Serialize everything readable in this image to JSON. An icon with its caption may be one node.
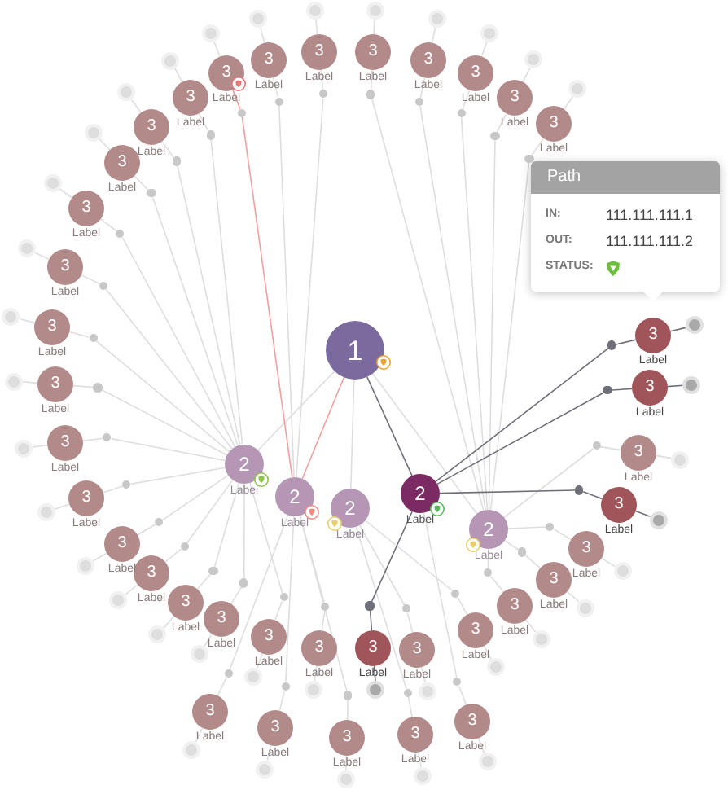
{
  "diagram": {
    "nodes": [
      {
        "text": [
          "1"
        ]
      },
      {
        "text": [
          "2"
        ],
        "beside": [
          "Label"
        ]
      },
      {
        "text": [
          "2"
        ],
        "beside": [
          "Label"
        ]
      },
      {
        "text": [
          "2"
        ],
        "beside": [
          "Label"
        ]
      },
      {
        "text": [
          "2"
        ],
        "beside": [
          "Label"
        ]
      },
      {
        "text": [
          "2"
        ],
        "beside": [
          "Label"
        ]
      },
      {
        "text": [
          "Path",
          "IN:",
          "111.111.111.1",
          "OUT:",
          "111.111.111.2",
          "STATUS:"
        ]
      },
      {
        "text": [
          "3"
        ],
        "beside": [
          "Label"
        ]
      },
      {
        "text": [],
        "shape": "circle"
      },
      {
        "text": [],
        "shape": "circle"
      },
      {
        "text": [
          "3"
        ],
        "beside": [
          "Label"
        ]
      },
      {
        "text": [],
        "shape": "circle"
      },
      {
        "text": [],
        "shape": "circle"
      },
      {
        "text": [
          "3"
        ],
        "beside": [
          "Label"
        ]
      },
      {
        "text": [],
        "shape": "circle"
      },
      {
        "text": [],
        "shape": "circle"
      },
      {
        "text": [
          "3"
        ],
        "beside": [
          "Label"
        ]
      },
      {
        "text": [],
        "shape": "circle"
      },
      {
        "text": [],
        "shape": "circle"
      },
      {
        "text": [
          "3"
        ],
        "beside": [
          "Label"
        ]
      },
      {
        "text": [],
        "shape": "circle"
      },
      {
        "text": [],
        "shape": "circle"
      },
      {
        "text": [
          "3"
        ],
        "beside": [
          "Label"
        ]
      },
      {
        "text": [],
        "shape": "circle"
      },
      {
        "text": [],
        "shape": "circle"
      },
      {
        "text": [
          "3"
        ],
        "beside": [
          "Label"
        ]
      },
      {
        "text": [],
        "shape": "circle"
      },
      {
        "text": [],
        "shape": "circle"
      },
      {
        "text": [
          "3"
        ],
        "beside": [
          "Label"
        ]
      },
      {
        "text": [],
        "shape": "circle"
      },
      {
        "text": [],
        "shape": "circle"
      },
      {
        "text": [
          "3"
        ],
        "beside": [
          "Label"
        ]
      },
      {
        "text": [],
        "shape": "circle"
      },
      {
        "text": [],
        "shape": "circle"
      },
      {
        "text": [
          "3"
        ],
        "beside": [
          "Label"
        ]
      },
      {
        "text": [],
        "shape": "circle"
      },
      {
        "text": [],
        "shape": "circle"
      },
      {
        "text": [
          "3"
        ],
        "beside": [
          "Label"
        ]
      },
      {
        "text": [],
        "shape": "circle"
      },
      {
        "text": [],
        "shape": "circle"
      },
      {
        "text": [
          "3"
        ],
        "beside": [
          "Label"
        ]
      },
      {
        "text": [],
        "shape": "circle"
      },
      {
        "text": [],
        "shape": "circle"
      },
      {
        "text": [
          "3"
        ],
        "beside": [
          "Label"
        ]
      },
      {
        "text": [],
        "shape": "circle"
      },
      {
        "text": [],
        "shape": "circle"
      },
      {
        "text": [
          "3"
        ],
        "beside": [
          "Label"
        ]
      },
      {
        "text": [],
        "shape": "circle"
      },
      {
        "text": [],
        "shape": "circle"
      },
      {
        "text": [
          "3"
        ],
        "beside": [
          "Label"
        ]
      },
      {
        "text": [],
        "shape": "circle"
      },
      {
        "text": [],
        "shape": "circle"
      },
      {
        "text": [
          "3"
        ],
        "beside": [
          "Label"
        ]
      },
      {
        "text": [],
        "shape": "circle"
      },
      {
        "text": [],
        "shape": "circle"
      },
      {
        "text": [
          "3"
        ],
        "beside": [
          "Label"
        ]
      },
      {
        "text": [],
        "shape": "circle"
      },
      {
        "text": [],
        "shape": "circle"
      },
      {
        "text": [
          "3"
        ],
        "beside": [
          "Label"
        ]
      },
      {
        "text": [],
        "shape": "circle"
      },
      {
        "text": [],
        "shape": "circle"
      },
      {
        "text": [
          "3"
        ],
        "beside": [
          "Label"
        ]
      },
      {
        "text": [],
        "shape": "circle"
      },
      {
        "text": [],
        "shape": "circle"
      },
      {
        "text": [
          "3"
        ],
        "beside": [
          "Label"
        ]
      },
      {
        "text": [],
        "shape": "circle"
      },
      {
        "text": [],
        "shape": "circle"
      },
      {
        "text": [
          "3"
        ],
        "beside": [
          "Label"
        ]
      },
      {
        "text": [],
        "shape": "circle"
      },
      {
        "text": [],
        "shape": "circle"
      },
      {
        "text": [
          "3"
        ],
        "beside": [
          "Label"
        ]
      },
      {
        "text": [],
        "shape": "circle"
      },
      {
        "text": [],
        "shape": "circle"
      },
      {
        "text": [
          "3"
        ],
        "beside": [
          "Label"
        ]
      },
      {
        "text": [],
        "shape": "circle"
      },
      {
        "text": [],
        "shape": "circle"
      },
      {
        "text": [
          "3"
        ],
        "beside": [
          "Label"
        ]
      },
      {
        "text": [],
        "shape": "circle"
      },
      {
        "text": [],
        "shape": "circle"
      },
      {
        "text": [
          "3"
        ],
        "beside": [
          "Label"
        ]
      },
      {
        "text": [],
        "shape": "circle"
      },
      {
        "text": [],
        "shape": "circle"
      },
      {
        "text": [
          "3"
        ],
        "beside": [
          "Label"
        ]
      },
      {
        "text": [],
        "shape": "circle"
      },
      {
        "text": [],
        "shape": "circle"
      },
      {
        "text": [
          "3"
        ],
        "beside": [
          "Label"
        ]
      },
      {
        "text": [],
        "shape": "circle"
      },
      {
        "text": [],
        "shape": "circle"
      },
      {
        "text": [
          "3"
        ],
        "beside": [
          "Label"
        ]
      },
      {
        "text": [],
        "shape": "circle"
      },
      {
        "text": [],
        "shape": "circle"
      },
      {
        "text": [
          "3"
        ],
        "beside": [
          "Label"
        ]
      },
      {
        "text": [],
        "shape": "circle"
      },
      {
        "text": [],
        "shape": "circle"
      },
      {
        "text": [
          "3"
        ],
        "beside": [
          "Label"
        ]
      },
      {
        "text": [],
        "shape": "circle"
      },
      {
        "text": [],
        "shape": "circle"
      },
      {
        "text": [
          "3"
        ],
        "beside": [
          "Label"
        ]
      },
      {
        "text": [],
        "shape": "circle"
      },
      {
        "text": [],
        "shape": "circle"
      },
      {
        "text": [
          "3"
        ],
        "beside": [
          "Label"
        ]
      },
      {
        "text": [],
        "shape": "circle"
      },
      {
        "text": [],
        "shape": "circle"
      },
      {
        "text": [
          "3"
        ],
        "beside": [
          "Label"
        ]
      },
      {
        "text": [],
        "shape": "circle"
      },
      {
        "text": [],
        "shape": "circle"
      },
      {
        "text": [
          "3"
        ],
        "beside": [
          "Label"
        ]
      },
      {
        "text": [],
        "shape": "circle"
      },
      {
        "text": [],
        "shape": "circle"
      },
      {
        "text": [
          "3"
        ],
        "beside": [
          "Label"
        ]
      },
      {
        "text": [],
        "shape": "circle"
      },
      {
        "text": [],
        "shape": "circle"
      },
      {
        "text": [
          "3"
        ],
        "beside": [
          "Label"
        ]
      },
      {
        "text": [],
        "shape": "circle"
      },
      {
        "text": [],
        "shape": "circle"
      },
      {
        "text": [
          "3"
        ],
        "beside": [
          "Label"
        ]
      },
      {
        "text": [],
        "shape": "circle"
      },
      {
        "text": [],
        "shape": "circle"
      },
      {
        "text": [
          "3"
        ],
        "beside": [
          "Label"
        ]
      },
      {
        "text": [],
        "shape": "circle"
      },
      {
        "text": [],
        "shape": "circle"
      }
    ],
    "edges": [
      {
        "from": 0,
        "to": 1,
        "arrow": "none"
      },
      {
        "from": 0,
        "to": 2,
        "arrow": "none",
        "color": "#f0a0a0"
      },
      {
        "from": 0,
        "to": 3,
        "arrow": "none"
      },
      {
        "from": 0,
        "to": 4,
        "arrow": "none",
        "color": "#6f6f7a"
      },
      {
        "from": 0,
        "to": 5,
        "arrow": "none"
      },
      {
        "from": 9,
        "to": 7,
        "arrow": "none"
      },
      {
        "from": 7,
        "to": 8,
        "arrow": "none",
        "color": "#f0a0a0"
      },
      {
        "from": 8,
        "to": 2,
        "arrow": "none",
        "color": "#f0a0a0"
      },
      {
        "from": 12,
        "to": 10,
        "arrow": "none"
      },
      {
        "from": 10,
        "to": 11,
        "arrow": "none"
      },
      {
        "from": 11,
        "to": 2,
        "arrow": "none"
      },
      {
        "from": 15,
        "to": 13,
        "arrow": "none"
      },
      {
        "from": 13,
        "to": 14,
        "arrow": "none"
      },
      {
        "from": 14,
        "to": 2,
        "arrow": "none"
      },
      {
        "from": 18,
        "to": 16,
        "arrow": "none"
      },
      {
        "from": 16,
        "to": 17,
        "arrow": "none"
      },
      {
        "from": 17,
        "to": 5,
        "arrow": "none"
      },
      {
        "from": 21,
        "to": 19,
        "arrow": "none"
      },
      {
        "from": 19,
        "to": 20,
        "arrow": "none"
      },
      {
        "from": 20,
        "to": 5,
        "arrow": "none"
      },
      {
        "from": 24,
        "to": 22,
        "arrow": "none"
      },
      {
        "from": 22,
        "to": 23,
        "arrow": "none"
      },
      {
        "from": 23,
        "to": 5,
        "arrow": "none"
      },
      {
        "from": 27,
        "to": 25,
        "arrow": "none"
      },
      {
        "from": 25,
        "to": 26,
        "arrow": "none"
      },
      {
        "from": 26,
        "to": 5,
        "arrow": "none"
      },
      {
        "from": 30,
        "to": 28,
        "arrow": "none"
      },
      {
        "from": 28,
        "to": 29,
        "arrow": "none"
      },
      {
        "from": 29,
        "to": 5,
        "arrow": "none"
      },
      {
        "from": 33,
        "to": 31,
        "arrow": "none",
        "color": "#6f6f7a"
      },
      {
        "from": 31,
        "to": 32,
        "arrow": "none",
        "color": "#6f6f7a"
      },
      {
        "from": 32,
        "to": 4,
        "arrow": "none",
        "color": "#6f6f7a"
      },
      {
        "from": 36,
        "to": 34,
        "arrow": "none",
        "color": "#6f6f7a"
      },
      {
        "from": 34,
        "to": 35,
        "arrow": "none",
        "color": "#6f6f7a"
      },
      {
        "from": 35,
        "to": 4,
        "arrow": "none",
        "color": "#6f6f7a"
      },
      {
        "from": 39,
        "to": 37,
        "arrow": "none"
      },
      {
        "from": 37,
        "to": 38,
        "arrow": "none"
      },
      {
        "from": 38,
        "to": 5,
        "arrow": "none"
      },
      {
        "from": 42,
        "to": 40,
        "arrow": "none",
        "color": "#6f6f7a"
      },
      {
        "from": 40,
        "to": 41,
        "arrow": "none",
        "color": "#6f6f7a"
      },
      {
        "from": 41,
        "to": 4,
        "arrow": "none",
        "color": "#6f6f7a"
      },
      {
        "from": 45,
        "to": 43,
        "arrow": "none"
      },
      {
        "from": 43,
        "to": 44,
        "arrow": "none"
      },
      {
        "from": 44,
        "to": 5,
        "arrow": "none"
      },
      {
        "from": 48,
        "to": 46,
        "arrow": "none"
      },
      {
        "from": 46,
        "to": 47,
        "arrow": "none"
      },
      {
        "from": 47,
        "to": 5,
        "arrow": "none"
      },
      {
        "from": 51,
        "to": 49,
        "arrow": "none"
      },
      {
        "from": 49,
        "to": 50,
        "arrow": "none"
      },
      {
        "from": 50,
        "to": 5,
        "arrow": "none"
      },
      {
        "from": 54,
        "to": 52,
        "arrow": "none"
      },
      {
        "from": 52,
        "to": 53,
        "arrow": "none"
      },
      {
        "from": 53,
        "to": 3,
        "arrow": "none"
      },
      {
        "from": 57,
        "to": 55,
        "arrow": "none"
      },
      {
        "from": 55,
        "to": 56,
        "arrow": "none"
      },
      {
        "from": 56,
        "to": 3,
        "arrow": "none"
      },
      {
        "from": 60,
        "to": 58,
        "arrow": "none"
      },
      {
        "from": 58,
        "to": 59,
        "arrow": "none"
      },
      {
        "from": 59,
        "to": 4,
        "arrow": "none"
      },
      {
        "from": 63,
        "to": 61,
        "arrow": "none"
      },
      {
        "from": 61,
        "to": 62,
        "arrow": "none"
      },
      {
        "from": 62,
        "to": 3,
        "arrow": "none"
      },
      {
        "from": 66,
        "to": 64,
        "arrow": "none",
        "color": "#6f6f7a"
      },
      {
        "from": 64,
        "to": 65,
        "arrow": "none",
        "color": "#6f6f7a"
      },
      {
        "from": 65,
        "to": 4,
        "arrow": "none",
        "color": "#6f6f7a"
      },
      {
        "from": 69,
        "to": 67,
        "arrow": "none"
      },
      {
        "from": 67,
        "to": 68,
        "arrow": "none"
      },
      {
        "from": 68,
        "to": 2,
        "arrow": "none"
      },
      {
        "from": 72,
        "to": 70,
        "arrow": "none"
      },
      {
        "from": 70,
        "to": 71,
        "arrow": "none"
      },
      {
        "from": 71,
        "to": 2,
        "arrow": "none"
      },
      {
        "from": 75,
        "to": 73,
        "arrow": "none"
      },
      {
        "from": 73,
        "to": 74,
        "arrow": "none"
      },
      {
        "from": 74,
        "to": 2,
        "arrow": "none"
      },
      {
        "from": 78,
        "to": 76,
        "arrow": "none"
      },
      {
        "from": 76,
        "to": 77,
        "arrow": "none"
      },
      {
        "from": 77,
        "to": 1,
        "arrow": "none"
      },
      {
        "from": 81,
        "to": 79,
        "arrow": "none"
      },
      {
        "from": 79,
        "to": 80,
        "arrow": "none"
      },
      {
        "from": 80,
        "to": 1,
        "arrow": "none"
      },
      {
        "from": 84,
        "to": 82,
        "arrow": "none"
      },
      {
        "from": 82,
        "to": 83,
        "arrow": "none"
      },
      {
        "from": 83,
        "to": 2,
        "arrow": "none"
      },
      {
        "from": 87,
        "to": 85,
        "arrow": "none"
      },
      {
        "from": 85,
        "to": 86,
        "arrow": "none"
      },
      {
        "from": 86,
        "to": 1,
        "arrow": "none"
      },
      {
        "from": 90,
        "to": 88,
        "arrow": "none"
      },
      {
        "from": 88,
        "to": 89,
        "arrow": "none"
      },
      {
        "from": 89,
        "to": 1,
        "arrow": "none"
      },
      {
        "from": 93,
        "to": 91,
        "arrow": "none"
      },
      {
        "from": 91,
        "to": 92,
        "arrow": "none"
      },
      {
        "from": 92,
        "to": 1,
        "arrow": "none"
      },
      {
        "from": 96,
        "to": 94,
        "arrow": "none"
      },
      {
        "from": 94,
        "to": 95,
        "arrow": "none"
      },
      {
        "from": 95,
        "to": 1,
        "arrow": "none"
      },
      {
        "from": 99,
        "to": 97,
        "arrow": "none"
      },
      {
        "from": 97,
        "to": 98,
        "arrow": "none"
      },
      {
        "from": 98,
        "to": 1,
        "arrow": "none"
      },
      {
        "from": 102,
        "to": 100,
        "arrow": "none"
      },
      {
        "from": 100,
        "to": 101,
        "arrow": "none"
      },
      {
        "from": 101,
        "to": 1,
        "arrow": "none"
      },
      {
        "from": 105,
        "to": 103,
        "arrow": "none"
      },
      {
        "from": 103,
        "to": 104,
        "arrow": "none"
      },
      {
        "from": 104,
        "to": 1,
        "arrow": "none"
      },
      {
        "from": 108,
        "to": 106,
        "arrow": "none"
      },
      {
        "from": 106,
        "to": 107,
        "arrow": "none"
      },
      {
        "from": 107,
        "to": 1,
        "arrow": "none"
      },
      {
        "from": 111,
        "to": 109,
        "arrow": "none"
      },
      {
        "from": 109,
        "to": 110,
        "arrow": "none"
      },
      {
        "from": 110,
        "to": 1,
        "arrow": "none"
      },
      {
        "from": 114,
        "to": 112,
        "arrow": "none"
      },
      {
        "from": 112,
        "to": 113,
        "arrow": "none"
      },
      {
        "from": 113,
        "to": 1,
        "arrow": "none"
      },
      {
        "from": 117,
        "to": 115,
        "arrow": "none"
      },
      {
        "from": 115,
        "to": 116,
        "arrow": "none"
      },
      {
        "from": 116,
        "to": 1,
        "arrow": "none"
      },
      {
        "from": 120,
        "to": 118,
        "arrow": "none"
      },
      {
        "from": 118,
        "to": 119,
        "arrow": "none"
      },
      {
        "from": 119,
        "to": 1,
        "arrow": "none"
      }
    ]
  }
}
